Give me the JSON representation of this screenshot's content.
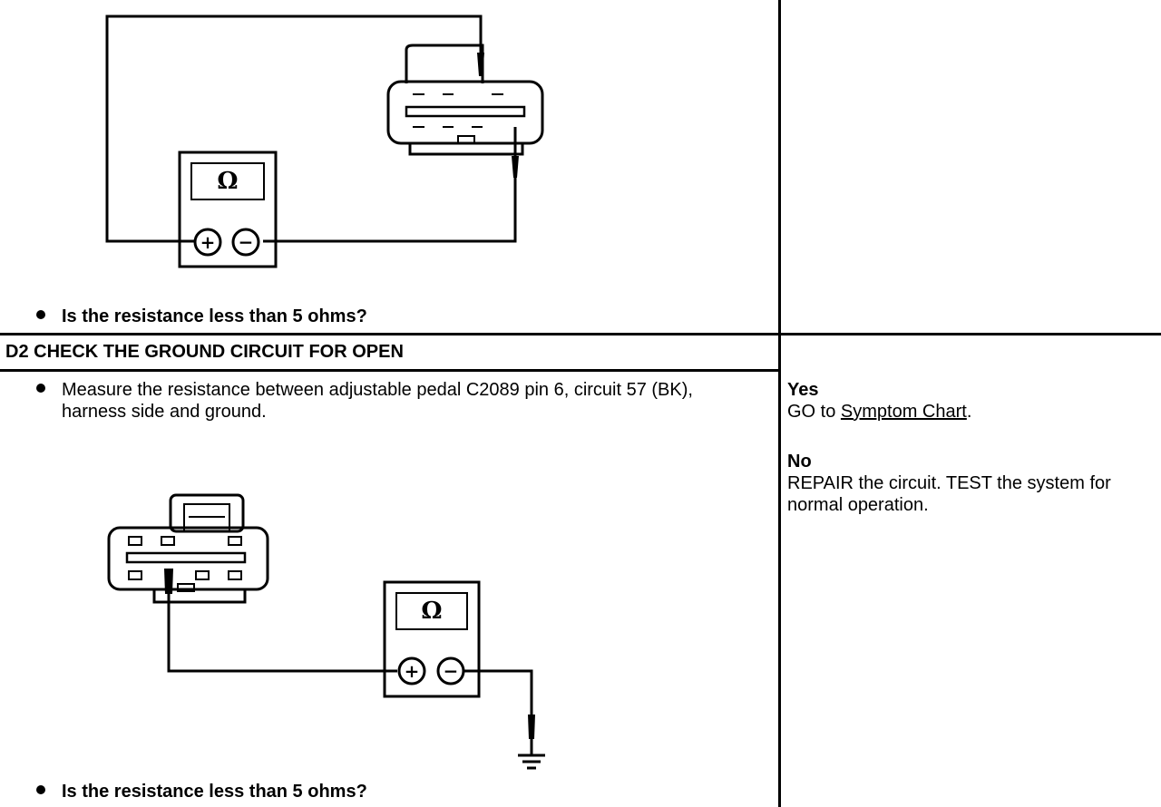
{
  "step_d1": {
    "question": "Is the resistance less than 5 ohms?"
  },
  "step_d2": {
    "title": "D2 CHECK THE GROUND CIRCUIT FOR OPEN",
    "instruction": "Measure the resistance between adjustable pedal C2089 pin 6, circuit 57 (BK), harness side and ground.",
    "question": "Is the resistance less than 5 ohms?"
  },
  "results": {
    "yes_label": "Yes",
    "yes_text_prefix": "GO to ",
    "yes_link": "Symptom Chart",
    "yes_text_suffix": ".",
    "no_label": "No",
    "no_text": "REPAIR the circuit. TEST the system for normal operation."
  },
  "meter": {
    "symbol": "Ω",
    "plus": "+",
    "minus": "−"
  }
}
